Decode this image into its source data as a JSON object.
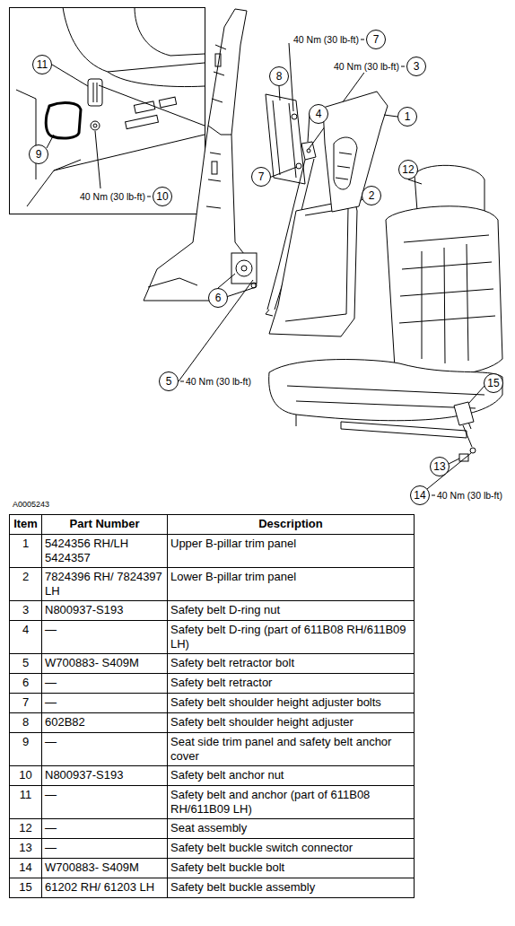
{
  "diagram": {
    "labels": [
      "11",
      "9",
      "40 Nm (30 lb-ft)",
      "10",
      "40 Nm (30 lb-ft)",
      "7",
      "40 Nm (30 lb-ft)",
      "3",
      "8",
      "4",
      "1",
      "12",
      "7",
      "2",
      "6",
      "5",
      "40 Nm (30 lb-ft)",
      "15",
      "13",
      "14",
      "40 Nm (30 lb-ft)",
      "A0005243",
      "Item",
      "Part Number",
      "Description",
      "1",
      "5424356 RH/LH 5424357",
      "Upper B-pillar trim panel",
      "2",
      "7824396 RH/ 7824397 LH",
      "Lower B-pillar trim panel",
      "3",
      "N800937-S193",
      "Safety belt D-ring nut",
      "4",
      "—",
      "Safety belt D-ring (part of 611B08 RH/611B09 LH)",
      "5",
      "W700883- S409M",
      "Safety belt retractor bolt",
      "6",
      "—",
      "Safety belt retractor",
      "7",
      "—",
      "Safety belt shoulder height adjuster bolts",
      "8",
      "602B82",
      "Safety belt shoulder height adjuster",
      "9",
      "—",
      "Seat side trim panel and safety belt anchor cover",
      "10",
      "N800937-S193",
      "Safety belt anchor nut",
      "11",
      "—",
      "Safety belt and anchor (part of 611B08 RH/611B09 LH)",
      "12",
      "—",
      "Seat assembly",
      "13",
      "—",
      "Safety belt buckle switch connector",
      "14",
      "W700883- S409M",
      "Safety belt buckle bolt",
      "15",
      "61202 RH/ 61203 LH",
      "Safety belt buckle assembly"
    ]
  }
}
